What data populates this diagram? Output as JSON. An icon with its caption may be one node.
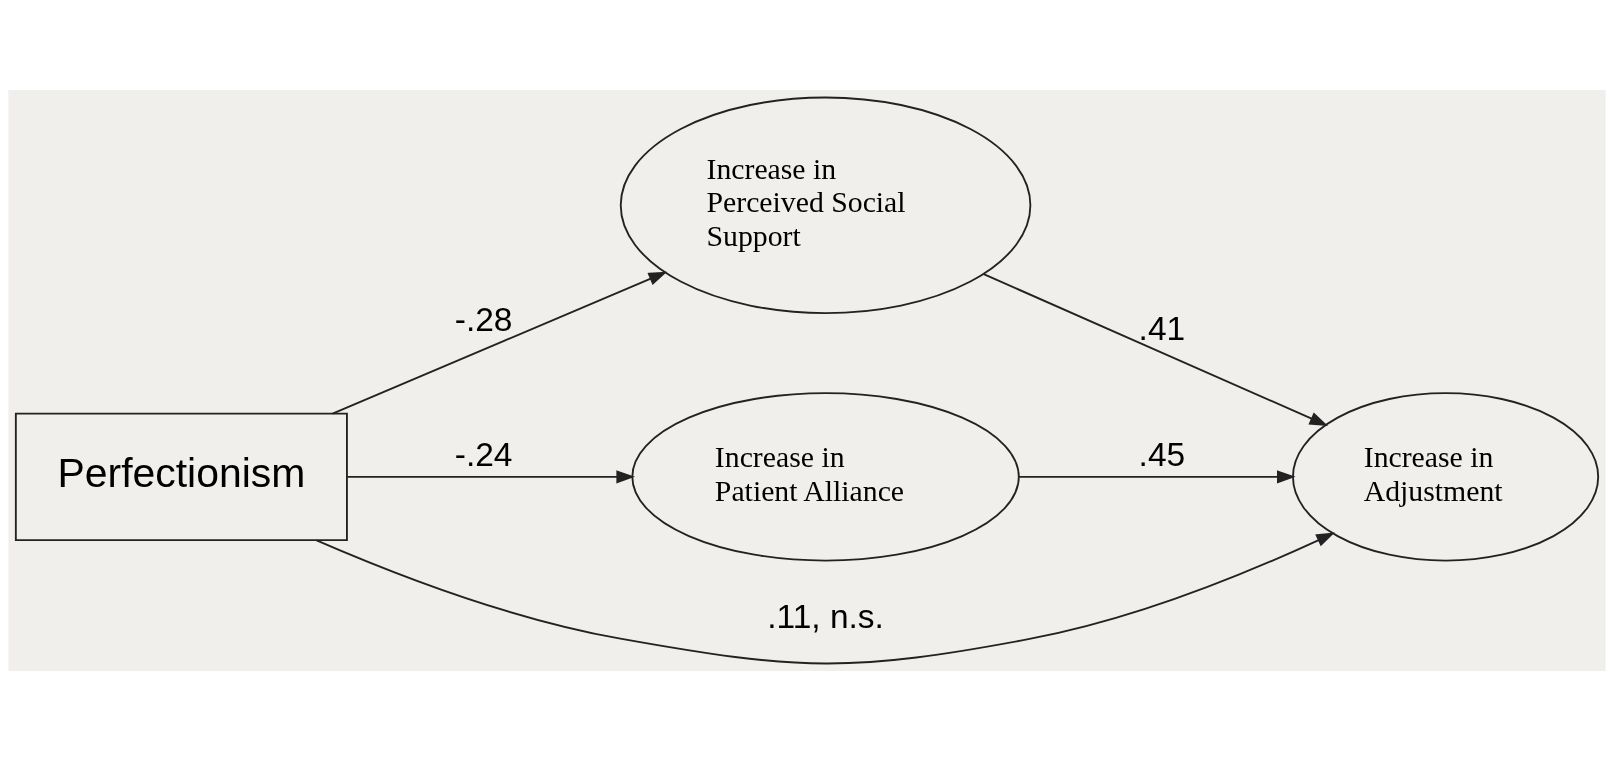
{
  "diagram": {
    "nodes": [
      {
        "text": [
          "Perfectionism"
        ]
      },
      {
        "text": [
          "Increase in Perceived Social Support"
        ]
      },
      {
        "text": [
          "Increase in Patient Alliance"
        ]
      },
      {
        "text": [
          "Increase in Adjustment"
        ]
      }
    ],
    "edges": [
      {
        "from": 0,
        "to": 1,
        "arrow": "to",
        "label": "-.28"
      },
      {
        "from": 0,
        "to": 3,
        "arrow": "to",
        "label": ".11, n.s."
      },
      {
        "from": 0,
        "to": 2,
        "arrow": "to",
        "label": "-.24"
      },
      {
        "from": 1,
        "to": 3,
        "arrow": "to",
        "label": ".41"
      },
      {
        "from": 2,
        "to": 3,
        "arrow": "to",
        "label": ".45"
      }
    ]
  }
}
